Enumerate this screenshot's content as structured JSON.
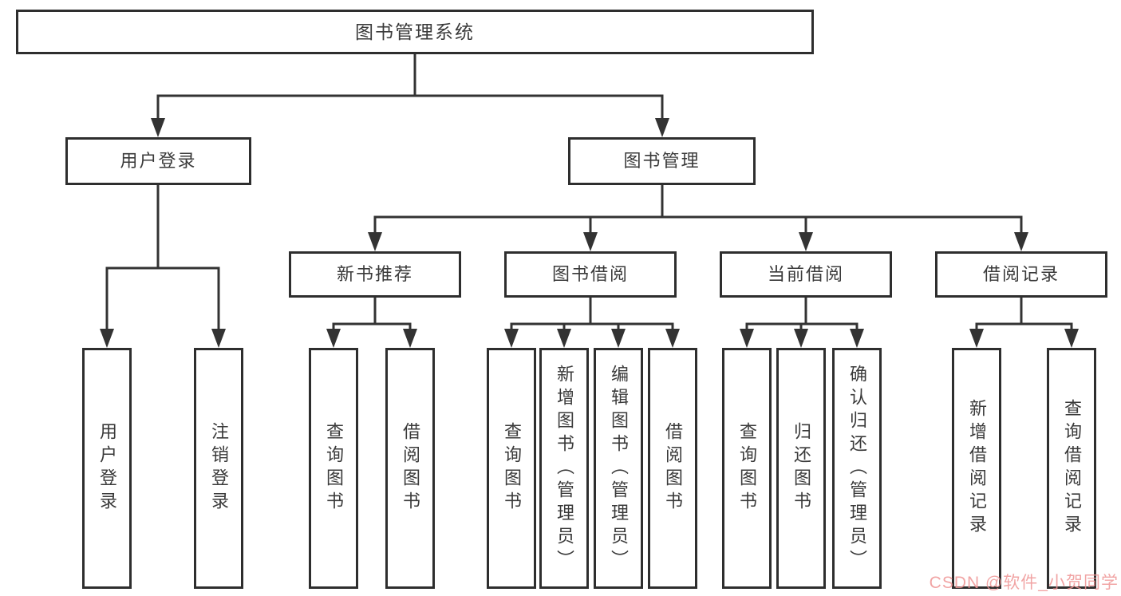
{
  "diagram": {
    "root": {
      "label": "图书管理系统"
    },
    "level2": [
      {
        "id": "user-login",
        "label": "用户登录"
      },
      {
        "id": "book-management",
        "label": "图书管理"
      }
    ],
    "level3": [
      {
        "id": "new-book-recommend",
        "label": "新书推荐",
        "parent": "图书管理"
      },
      {
        "id": "book-borrowing",
        "label": "图书借阅",
        "parent": "图书管理"
      },
      {
        "id": "current-borrowing",
        "label": "当前借阅",
        "parent": "图书管理"
      },
      {
        "id": "borrowing-records",
        "label": "借阅记录",
        "parent": "图书管理"
      }
    ],
    "leaves": [
      {
        "label": "用户登录",
        "parent": "用户登录"
      },
      {
        "label": "注销登录",
        "parent": "用户登录"
      },
      {
        "label": "查询图书",
        "parent": "新书推荐"
      },
      {
        "label": "借阅图书",
        "parent": "新书推荐"
      },
      {
        "label": "查询图书",
        "parent": "图书借阅"
      },
      {
        "label": "新增图书（管理员）",
        "parent": "图书借阅"
      },
      {
        "label": "编辑图书（管理员）",
        "parent": "图书借阅"
      },
      {
        "label": "借阅图书",
        "parent": "图书借阅"
      },
      {
        "label": "查询图书",
        "parent": "当前借阅"
      },
      {
        "label": "归还图书",
        "parent": "当前借阅"
      },
      {
        "label": "确认归还（管理员）",
        "parent": "当前借阅"
      },
      {
        "label": "新增借阅记录",
        "parent": "借阅记录"
      },
      {
        "label": "查询借阅记录",
        "parent": "借阅记录"
      }
    ]
  },
  "watermark": {
    "text": "CSDN @软件_小贺同学"
  },
  "colors": {
    "line": "#333333",
    "box_border": "#2e2e2e",
    "text": "#3a3a3a",
    "watermark": "#ee9494",
    "background": "#ffffff"
  }
}
